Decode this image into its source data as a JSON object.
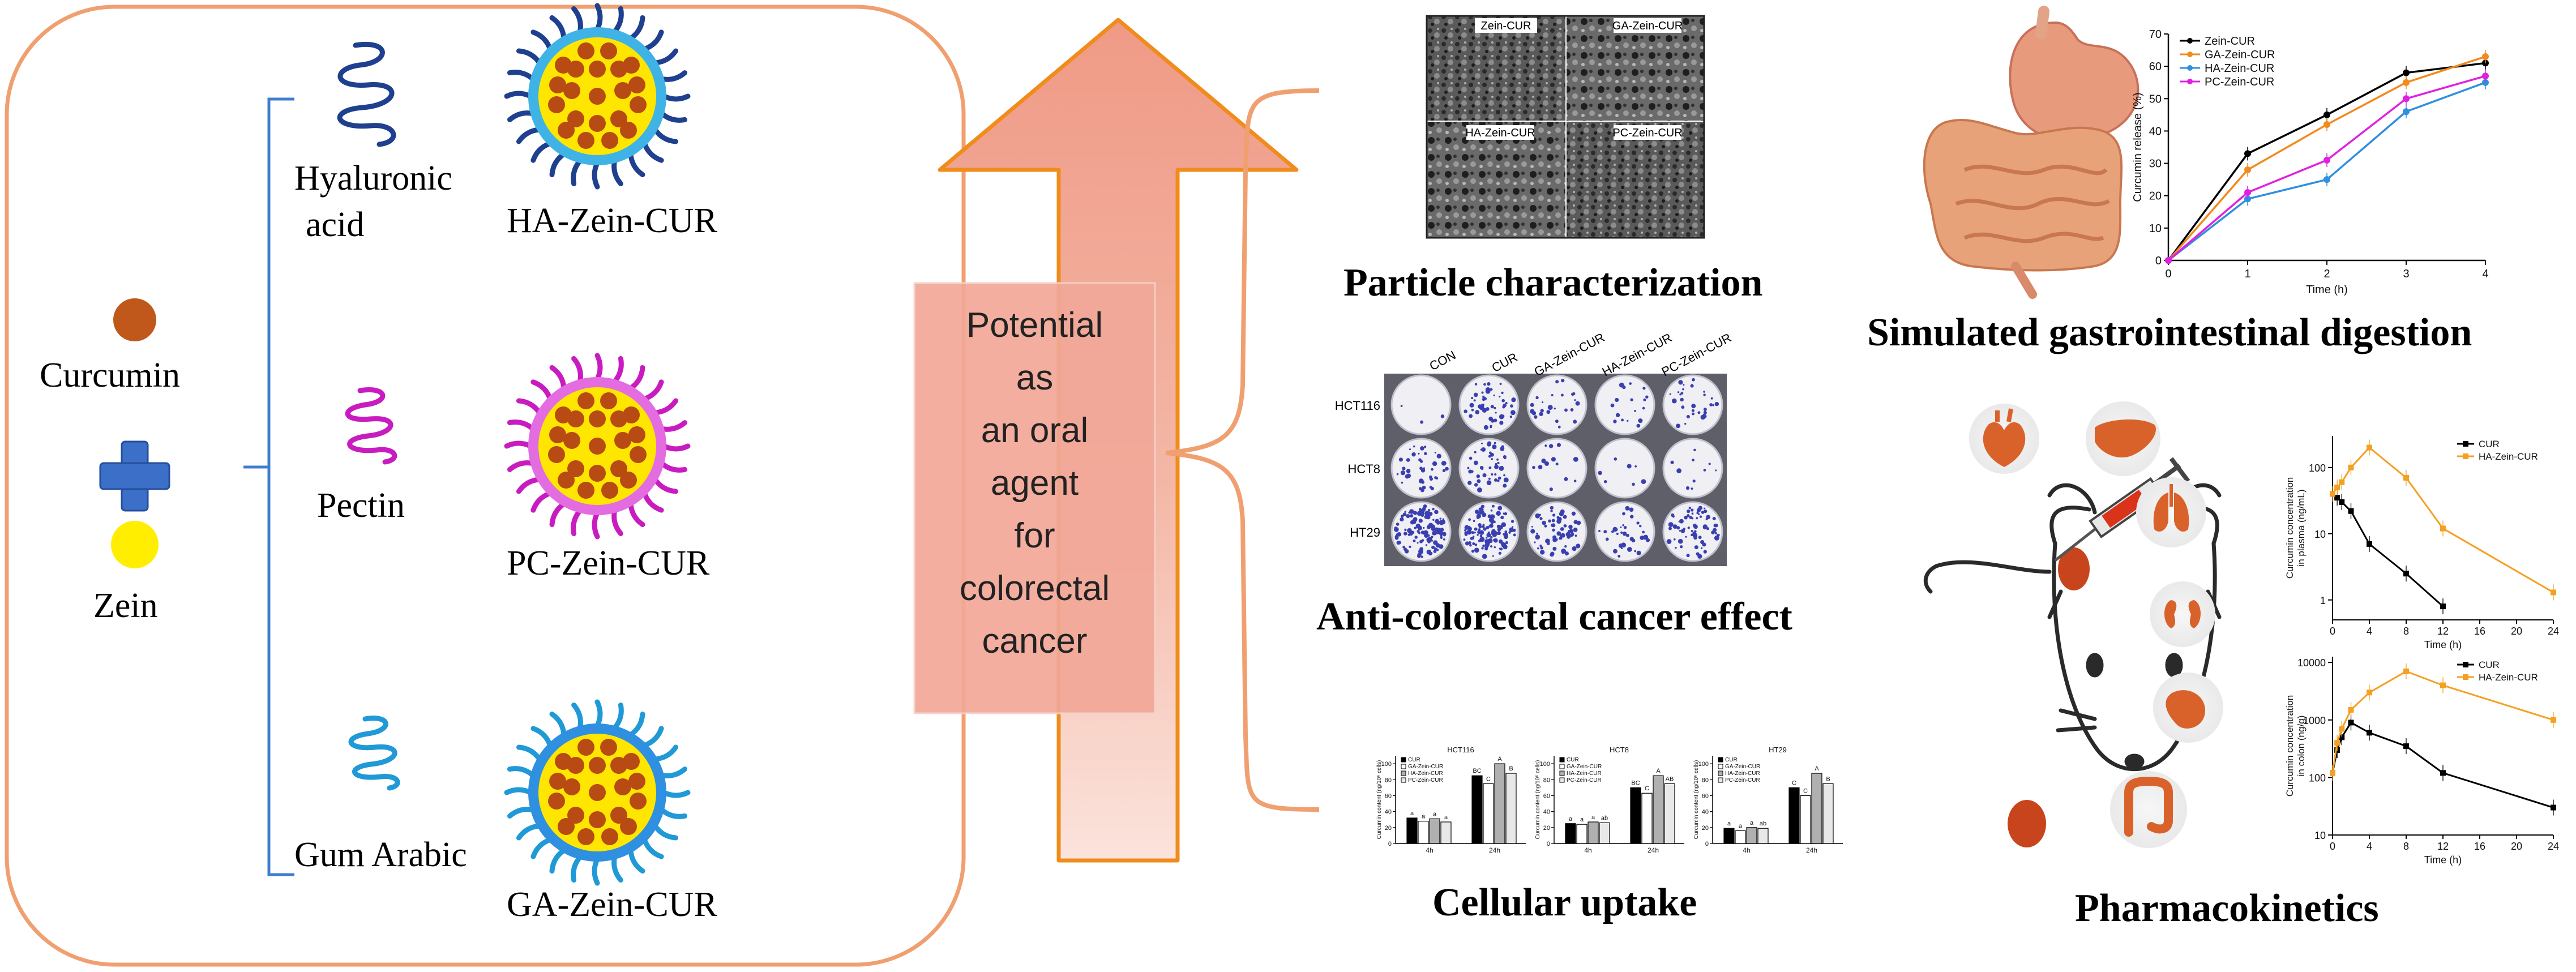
{
  "left_panel": {
    "ingredients": {
      "curcumin": "Curcumin",
      "zein": "Zein"
    },
    "polymers": [
      {
        "name_line1": "Hyaluronic",
        "name_line2": "acid",
        "product": "HA-Zein-CUR",
        "color": "#1f3f8f"
      },
      {
        "name_line1": "Pectin",
        "name_line2": "",
        "product": "PC-Zein-CUR",
        "color": "#c81cc0"
      },
      {
        "name_line1": "Gum Arabic",
        "name_line2": "",
        "product": "GA-Zein-CUR",
        "color": "#1f9ad6"
      }
    ]
  },
  "arrow": {
    "lines": [
      "Potential",
      "as",
      "an oral",
      "agent",
      "for",
      "colorectal",
      "cancer"
    ]
  },
  "panels": {
    "particle": {
      "title": "Particle characterization",
      "sem_labels": [
        "Zein-CUR",
        "GA-Zein-CUR",
        "HA-Zein-CUR",
        "PC-Zein-CUR"
      ]
    },
    "anti_cancer": {
      "title": "Anti-colorectal cancer effect",
      "columns": [
        "CON",
        "CUR",
        "GA-Zein-CUR",
        "HA-Zein-CUR",
        "PC-Zein-CUR"
      ],
      "rows": [
        "HCT116",
        "HCT8",
        "HT29"
      ]
    },
    "uptake": {
      "title": "Cellular uptake",
      "legend": [
        "CUR",
        "GA-Zein-CUR",
        "HA-Zein-CUR",
        "PC-Zein-CUR"
      ],
      "ylabel": "Curcumin content (ng/10⁶ cells)",
      "charts": [
        {
          "cell": "HCT116",
          "groups": [
            "4h",
            "24h"
          ]
        },
        {
          "cell": "HCT8",
          "groups": [
            "4h",
            "24h"
          ]
        },
        {
          "cell": "HT29",
          "groups": [
            "4h",
            "24h"
          ]
        }
      ]
    },
    "digestion": {
      "title": "Simulated gastrointestinal digestion"
    },
    "pk": {
      "title": "Pharmacokinetics"
    }
  },
  "chart_data": [
    {
      "type": "line",
      "xlabel": "Time (h)",
      "ylabel": "Curcumin release (%)",
      "x": [
        0,
        1,
        2,
        3,
        4
      ],
      "ylim": [
        0,
        70
      ],
      "yticks": [
        0,
        10,
        20,
        30,
        40,
        50,
        60,
        70
      ],
      "legend_position": "top-left",
      "series": [
        {
          "name": "Zein-CUR",
          "color": "#000000",
          "values": [
            0,
            33,
            45,
            58,
            61
          ]
        },
        {
          "name": "GA-Zein-CUR",
          "color": "#f28a1c",
          "values": [
            0,
            28,
            42,
            55,
            63
          ]
        },
        {
          "name": "HA-Zein-CUR",
          "color": "#2f8fe0",
          "values": [
            0,
            19,
            25,
            46,
            55
          ]
        },
        {
          "name": "PC-Zein-CUR",
          "color": "#e020e0",
          "values": [
            0,
            21,
            31,
            50,
            57
          ]
        }
      ]
    },
    {
      "type": "line",
      "xlabel": "Time (h)",
      "ylabel": "Curcumin concentration in plasma (ng/mL)",
      "y_scale": "log",
      "ylim": [
        0.5,
        200
      ],
      "yticks": [
        "1",
        "10",
        "100"
      ],
      "xticks": [
        0,
        4,
        8,
        12,
        16,
        20,
        24
      ],
      "legend_position": "top-right",
      "series": [
        {
          "name": "CUR",
          "color": "#000000",
          "x": [
            0,
            0.5,
            1,
            2,
            4,
            8,
            12
          ],
          "values": [
            40,
            35,
            30,
            22,
            7,
            2.5,
            0.8
          ]
        },
        {
          "name": "HA-Zein-CUR",
          "color": "#f4a023",
          "x": [
            0,
            0.5,
            1,
            2,
            4,
            8,
            12,
            24
          ],
          "values": [
            40,
            50,
            60,
            100,
            200,
            70,
            12,
            1.3
          ]
        }
      ]
    },
    {
      "type": "line",
      "xlabel": "Time (h)",
      "ylabel": "Curcumin concentration in colon (ng/g)",
      "y_scale": "log",
      "ylim": [
        10,
        10000
      ],
      "yticks": [
        "10",
        "100",
        "1000",
        "10000"
      ],
      "xticks": [
        0,
        4,
        8,
        12,
        16,
        20,
        24
      ],
      "legend_position": "top-right",
      "series": [
        {
          "name": "CUR",
          "color": "#000000",
          "x": [
            0,
            0.5,
            1,
            2,
            4,
            8,
            12,
            24
          ],
          "values": [
            120,
            300,
            500,
            900,
            600,
            350,
            120,
            30
          ]
        },
        {
          "name": "HA-Zein-CUR",
          "color": "#f4a023",
          "x": [
            0,
            0.5,
            1,
            2,
            4,
            8,
            12,
            24
          ],
          "values": [
            120,
            400,
            700,
            1500,
            3000,
            7000,
            4000,
            1000
          ]
        }
      ]
    },
    {
      "type": "bar",
      "title": "HCT116",
      "categories": [
        "4h",
        "24h"
      ],
      "ylim": [
        0,
        110
      ],
      "yticks": [
        0,
        10,
        20,
        30,
        40,
        50,
        60,
        70,
        80,
        90,
        100,
        110
      ],
      "series": [
        {
          "name": "CUR",
          "values": [
            32,
            85
          ]
        },
        {
          "name": "GA-Zein-CUR",
          "values": [
            28,
            75
          ]
        },
        {
          "name": "HA-Zein-CUR",
          "values": [
            31,
            100
          ]
        },
        {
          "name": "PC-Zein-CUR",
          "values": [
            27,
            88
          ]
        }
      ],
      "bar_labels": [
        [
          "a",
          "a",
          "a",
          "a"
        ],
        [
          "BC",
          "C",
          "A",
          "B"
        ]
      ]
    },
    {
      "type": "bar",
      "title": "HCT8",
      "categories": [
        "4h",
        "24h"
      ],
      "ylim": [
        0,
        110
      ],
      "series": [
        {
          "name": "CUR",
          "values": [
            25,
            70
          ]
        },
        {
          "name": "GA-Zein-CUR",
          "values": [
            24,
            63
          ]
        },
        {
          "name": "HA-Zein-CUR",
          "values": [
            27,
            85
          ]
        },
        {
          "name": "PC-Zein-CUR",
          "values": [
            26,
            75
          ]
        }
      ],
      "bar_labels": [
        [
          "a",
          "a",
          "a",
          "ab"
        ],
        [
          "BC",
          "C",
          "A",
          "AB"
        ]
      ]
    },
    {
      "type": "bar",
      "title": "HT29",
      "categories": [
        "4h",
        "24h"
      ],
      "ylim": [
        0,
        110
      ],
      "series": [
        {
          "name": "CUR",
          "values": [
            19,
            70
          ]
        },
        {
          "name": "GA-Zein-CUR",
          "values": [
            16,
            60
          ]
        },
        {
          "name": "HA-Zein-CUR",
          "values": [
            20,
            88
          ]
        },
        {
          "name": "PC-Zein-CUR",
          "values": [
            19,
            75
          ]
        }
      ],
      "bar_labels": [
        [
          "a",
          "a",
          "a",
          "ab"
        ],
        [
          "C",
          "C",
          "A",
          "B"
        ]
      ]
    }
  ]
}
